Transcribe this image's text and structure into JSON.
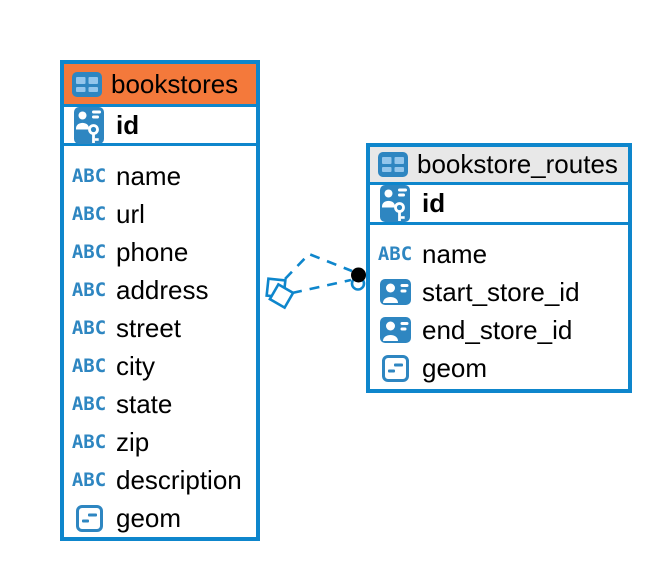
{
  "diagram": {
    "type": "er-diagram",
    "background": "#FFFFFF",
    "colors": {
      "table_border": "#0E86CC",
      "icon_blue": "#2E86C1",
      "icon_cell_blue": "#93C6EC",
      "selected_header": "#F4793B",
      "header_gray": "#E8E8E8",
      "relationship_line": "#0E86CC",
      "endpoint_dot": "#000000",
      "text": "#000000"
    },
    "icons": {
      "table_icon": "table-grid",
      "primary_key_icon": "person-with-key",
      "foreign_key_icon": "person-card",
      "text_type_badge": "ABC",
      "geometry_icon": "box-with-dashes",
      "relationship_source_marker": "overlapping-diamonds",
      "relationship_target_marker": "filled-dot"
    },
    "tables": [
      {
        "name": "bookstores",
        "selected": true,
        "header_color": "#F4793B",
        "primary_key": "id",
        "columns": [
          {
            "name": "name",
            "data_type": "text"
          },
          {
            "name": "url",
            "data_type": "text"
          },
          {
            "name": "phone",
            "data_type": "text"
          },
          {
            "name": "address",
            "data_type": "text"
          },
          {
            "name": "street",
            "data_type": "text"
          },
          {
            "name": "city",
            "data_type": "text"
          },
          {
            "name": "state",
            "data_type": "text"
          },
          {
            "name": "zip",
            "data_type": "text"
          },
          {
            "name": "description",
            "data_type": "text"
          },
          {
            "name": "geom",
            "data_type": "geometry"
          }
        ]
      },
      {
        "name": "bookstore_routes",
        "selected": false,
        "header_color": "#E8E8E8",
        "primary_key": "id",
        "columns": [
          {
            "name": "name",
            "data_type": "text"
          },
          {
            "name": "start_store_id",
            "data_type": "reference"
          },
          {
            "name": "end_store_id",
            "data_type": "reference"
          },
          {
            "name": "geom",
            "data_type": "geometry"
          }
        ]
      }
    ],
    "relationships": [
      {
        "from": "bookstore_routes.start_store_id",
        "to": "bookstores.id",
        "line_style": "dashed"
      },
      {
        "from": "bookstore_routes.end_store_id",
        "to": "bookstores.id",
        "line_style": "dashed"
      }
    ]
  }
}
